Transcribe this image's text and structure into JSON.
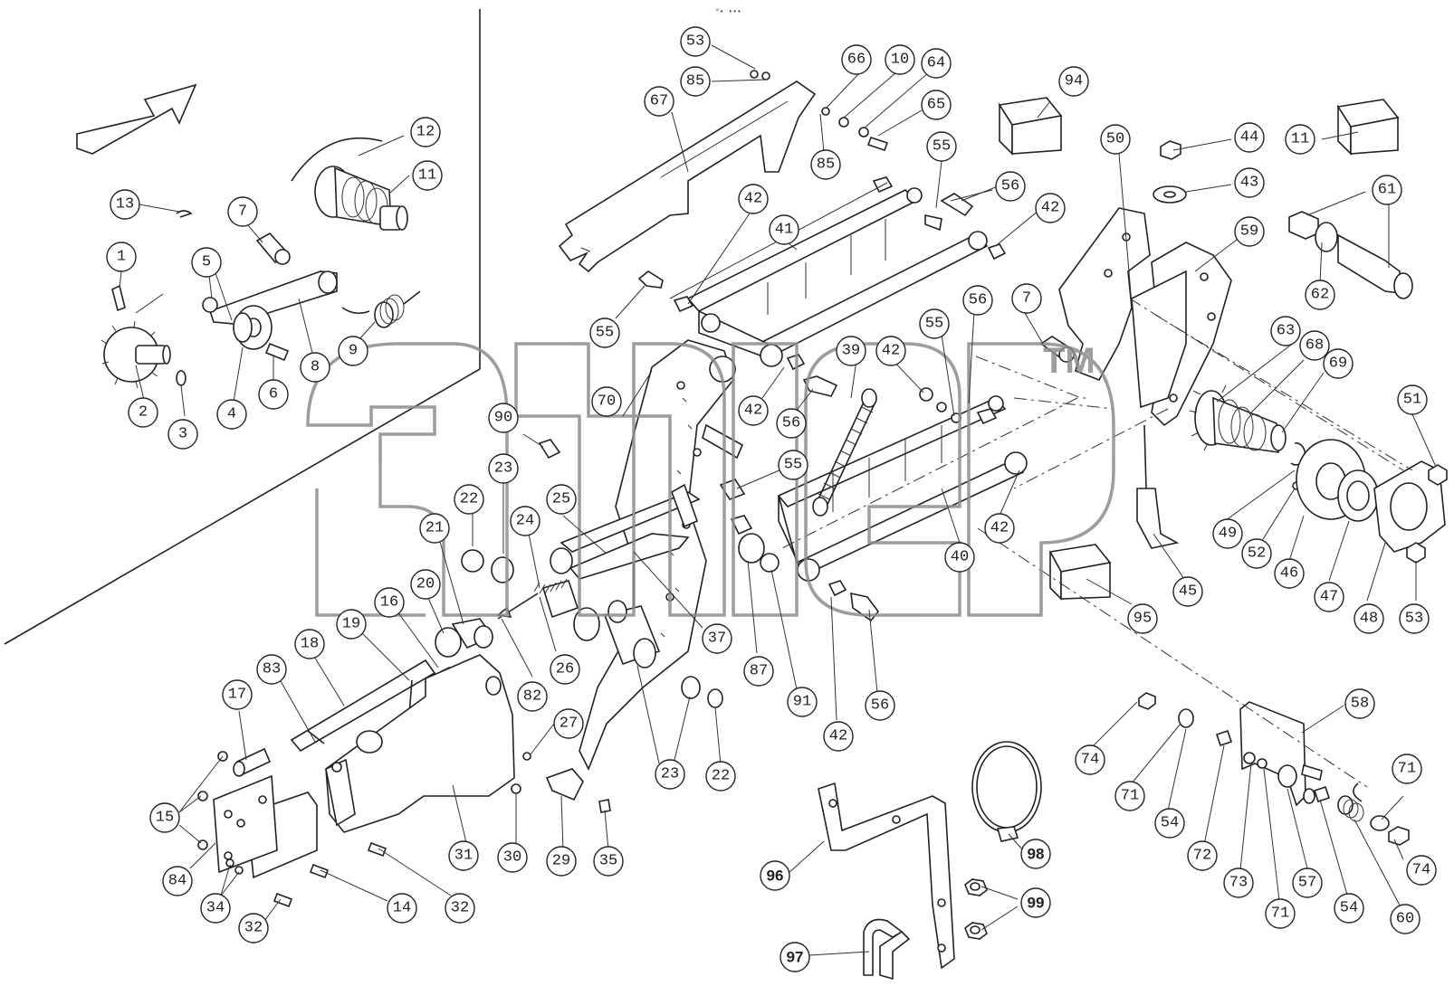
{
  "diagram": {
    "header_mark": "°• •••",
    "watermark_trademark": "TM",
    "part_numbers": {
      "p53a": "53",
      "p85a": "85",
      "p66": "66",
      "p10": "10",
      "p64": "64",
      "p65": "65",
      "p67": "67",
      "p85b": "85",
      "p94": "94",
      "p44": "44",
      "p11a": "11",
      "p12": "12",
      "p11b": "11",
      "p13": "13",
      "p7a": "7",
      "p1": "1",
      "p5": "5",
      "p2": "2",
      "p3": "3",
      "p4": "4",
      "p6": "6",
      "p8": "8",
      "p9": "9",
      "p55a": "55",
      "p56a": "56",
      "p42a": "42",
      "p42b": "42",
      "p41": "41",
      "p50": "50",
      "p43": "43",
      "p61": "61",
      "p59": "59",
      "p62": "62",
      "p55b": "55",
      "p7b": "7",
      "p63": "63",
      "p68": "68",
      "p69": "69",
      "p56b": "56",
      "p55c": "55",
      "p39": "39",
      "p42c": "42",
      "p42d": "42",
      "p56c": "56",
      "p70": "70",
      "p90": "90",
      "p55d": "55",
      "p23a": "23",
      "p22a": "22",
      "p25": "25",
      "p24": "24",
      "p21": "21",
      "p20": "20",
      "p16": "16",
      "p19": "19",
      "p18": "18",
      "p83": "83",
      "p17": "17",
      "p15": "15",
      "p84": "84",
      "p34": "34",
      "p32a": "32",
      "p14": "14",
      "p32b": "32",
      "p31": "31",
      "p30": "30",
      "p29": "29",
      "p35": "35",
      "p27": "27",
      "p82": "82",
      "p26": "26",
      "p37": "37",
      "p23b": "23",
      "p22b": "22",
      "p87": "87",
      "p91": "91",
      "p42e": "42",
      "p56d": "56",
      "p40": "40",
      "p42f": "42",
      "p95": "95",
      "p45": "45",
      "p51": "51",
      "p49": "49",
      "p52": "52",
      "p46": "46",
      "p47": "47",
      "p48": "48",
      "p53b": "53",
      "p74a": "74",
      "p71a": "71",
      "p58": "58",
      "p54a": "54",
      "p72": "72",
      "p73": "73",
      "p71b": "71",
      "p57": "57",
      "p54b": "54",
      "p60": "60",
      "p71c": "71",
      "p74b": "74",
      "p96": "96",
      "p97": "97",
      "p98": "98",
      "p99": "99"
    }
  }
}
